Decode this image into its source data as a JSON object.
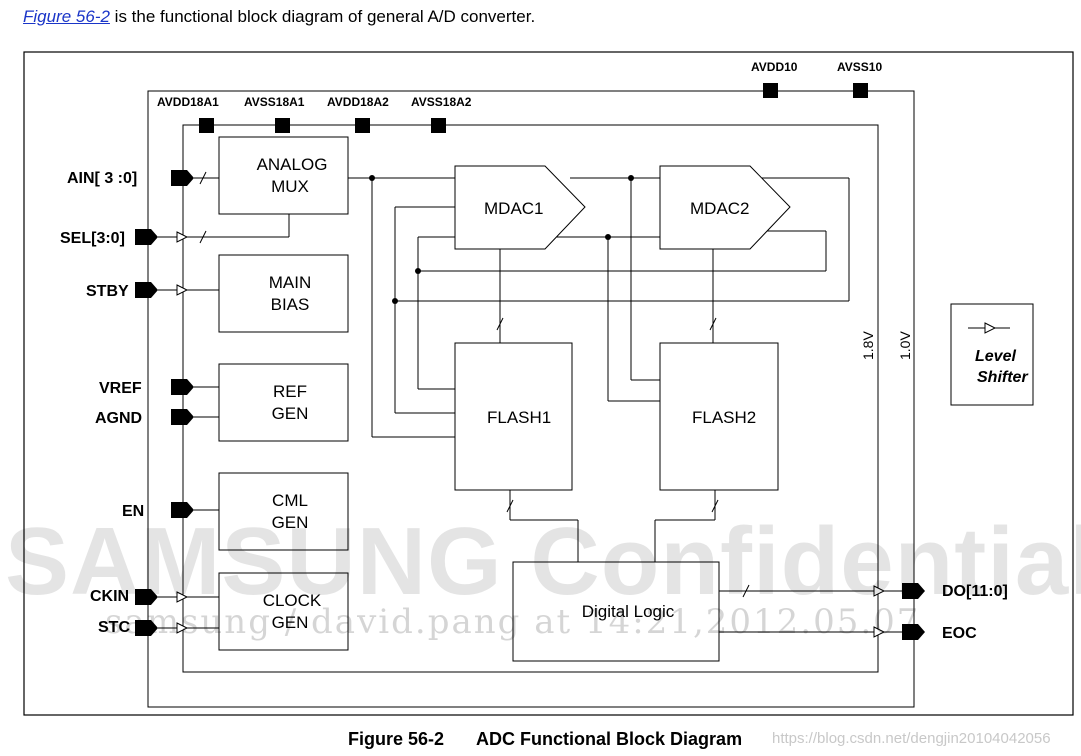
{
  "intro": {
    "link": "Figure 56-2",
    "text": " is the functional block diagram of general A/D converter."
  },
  "supplies": {
    "avdd10": "AVDD10",
    "avss10": "AVSS10",
    "avdd18a1": "AVDD18A1",
    "avss18a1": "AVSS18A1",
    "avdd18a2": "AVDD18A2",
    "avss18a2": "AVSS18A2"
  },
  "pins": {
    "ain": "AIN[ 3 :0]",
    "sel": "SEL[3:0]",
    "stby": "STBY",
    "vref": "VREF",
    "agnd": "AGND",
    "en": "EN",
    "ckin": "CKIN",
    "stc": "STC",
    "do": "DO[11:0]",
    "eoc": "EOC"
  },
  "blocks": {
    "analog_mux": [
      "ANALOG",
      "MUX"
    ],
    "main_bias": [
      "MAIN",
      "BIAS"
    ],
    "ref_gen": [
      "REF",
      "GEN"
    ],
    "cml_gen": [
      "CML",
      "GEN"
    ],
    "clock_gen": [
      "CLOCK",
      "GEN"
    ],
    "mdac1": "MDAC1",
    "mdac2": "MDAC2",
    "flash1": "FLASH1",
    "flash2": "FLASH2",
    "digital_logic": "Digital Logic"
  },
  "domains": {
    "v18": "1.8V",
    "v10": "1.0V"
  },
  "legend": [
    "Level",
    "Shifter"
  ],
  "caption": {
    "number": "Figure 56-2",
    "title": "ADC Functional Block Diagram"
  },
  "watermarks": {
    "main": "SAMSUNG Confidential",
    "sub": "samsung / david.pang at 14:21,2012.05.07",
    "csdn": "https://blog.csdn.net/dengjin20104042056"
  }
}
